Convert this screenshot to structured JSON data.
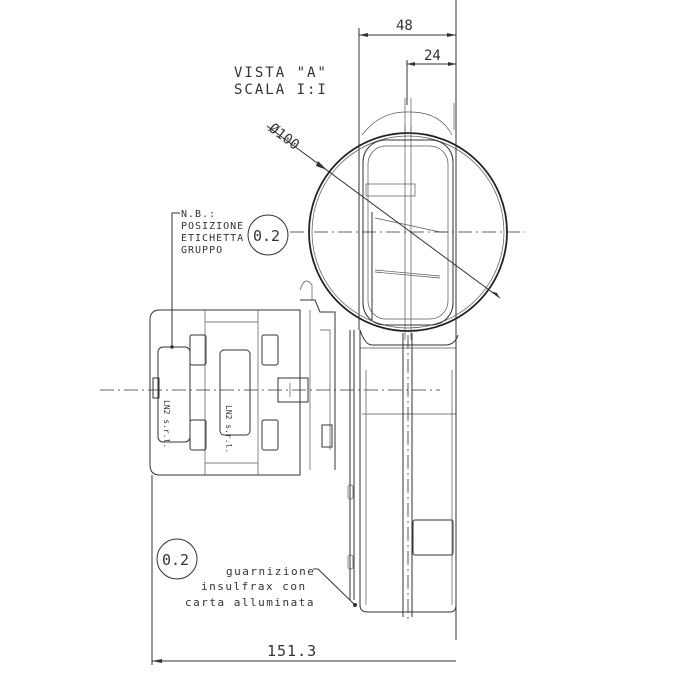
{
  "drawing": {
    "view_title": "VISTA \"A\"",
    "scale_label": "SCALA I:I",
    "dimensions": {
      "overall_width": "48",
      "half_width": "24",
      "diameter": "Ø100",
      "overall_length": "151.3"
    },
    "notes": {
      "label_position": {
        "line1": "N.B.:",
        "line2": "POSIZIONE",
        "line3": "ETICHETTA",
        "line4": "GRUPPO"
      },
      "gasket": {
        "line1": "guarnizione",
        "line2": "insulfrax con",
        "line3": "carta alluminata"
      }
    },
    "balloons": [
      {
        "label": "0.2"
      },
      {
        "label": "0.2"
      }
    ],
    "motor_labels": [
      "LN2 s.r.l.",
      "LN2 s.r.l."
    ]
  }
}
